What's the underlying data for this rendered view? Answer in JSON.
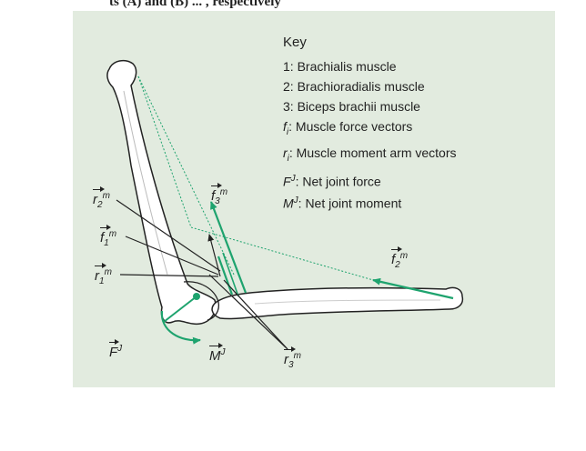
{
  "header_fragment": "ts (A) and (B) ... , respectively",
  "key": {
    "title": "Key",
    "items": [
      {
        "prefix": "1",
        "text": ": Brachialis muscle"
      },
      {
        "prefix": "2",
        "text": ": Brachioradialis muscle"
      },
      {
        "prefix": "3",
        "text": ": Biceps brachii muscle"
      },
      {
        "prefix": "f",
        "sub": "i",
        "text": ": Muscle force vectors"
      },
      {
        "prefix": "r",
        "sub": "i",
        "text": ": Muscle moment arm vectors"
      },
      {
        "prefix": "F",
        "sup": "J",
        "text": ": Net joint force"
      },
      {
        "prefix": "M",
        "sup": "J",
        "text": ": Net joint moment"
      }
    ]
  },
  "labels": {
    "r2m": {
      "base": "r",
      "sub": "2",
      "sup": "m"
    },
    "f1m": {
      "base": "f",
      "sub": "1",
      "sup": "m"
    },
    "r1m": {
      "base": "r",
      "sub": "1",
      "sup": "m"
    },
    "f3m": {
      "base": "f",
      "sub": "3",
      "sup": "m"
    },
    "f2m": {
      "base": "f",
      "sub": "2",
      "sup": "m"
    },
    "r3m": {
      "base": "r",
      "sub": "3",
      "sup": "m"
    },
    "FJ": {
      "base": "F",
      "sup": "J"
    },
    "MJ": {
      "base": "M",
      "sup": "J"
    }
  },
  "colors": {
    "panel_bg": "#e2ebdf",
    "muscle_green": "#1ea36e",
    "bone_fill": "#ffffff",
    "ink": "#222222"
  }
}
